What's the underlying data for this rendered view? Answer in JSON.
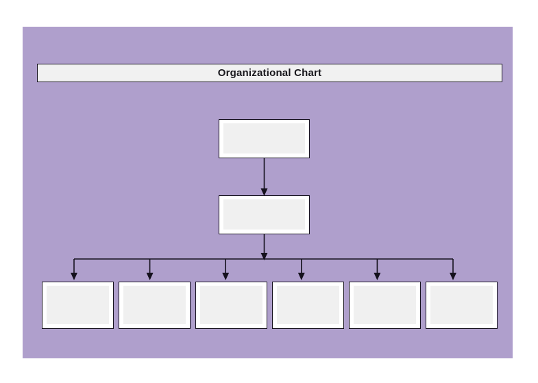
{
  "document": {
    "title": "Organizational Chart",
    "background_color": "#FFFFFF",
    "panel_color": "#AF9FCC"
  },
  "title_bar": {
    "text": "Organizational Chart",
    "fill_color": "#F1F1F1",
    "border_color": "#15121F",
    "text_color": "#17161B"
  },
  "chart_data": {
    "type": "diagram",
    "diagram_kind": "organizational-chart",
    "title": "Organizational Chart",
    "node_fill_color": "#F0F0F0",
    "node_border_color": "#16121E",
    "connector_color": "#15111D",
    "levels": [
      {
        "level": 0,
        "count": 1
      },
      {
        "level": 1,
        "count": 1
      },
      {
        "level": 2,
        "count": 6
      }
    ],
    "nodes": [
      {
        "id": "n0",
        "level": 0,
        "label": "",
        "parent": null
      },
      {
        "id": "n1",
        "level": 1,
        "label": "",
        "parent": "n0"
      },
      {
        "id": "n2",
        "level": 2,
        "label": "",
        "parent": "n1"
      },
      {
        "id": "n3",
        "level": 2,
        "label": "",
        "parent": "n1"
      },
      {
        "id": "n4",
        "level": 2,
        "label": "",
        "parent": "n1"
      },
      {
        "id": "n5",
        "level": 2,
        "label": "",
        "parent": "n1"
      },
      {
        "id": "n6",
        "level": 2,
        "label": "",
        "parent": "n1"
      },
      {
        "id": "n7",
        "level": 2,
        "label": "",
        "parent": "n1"
      }
    ],
    "edges": [
      {
        "from": "n0",
        "to": "n1",
        "style": "straight-arrow"
      },
      {
        "from": "n1",
        "to": "n2",
        "style": "elbow-arrow"
      },
      {
        "from": "n1",
        "to": "n3",
        "style": "elbow-arrow"
      },
      {
        "from": "n1",
        "to": "n4",
        "style": "elbow-arrow"
      },
      {
        "from": "n1",
        "to": "n5",
        "style": "elbow-arrow"
      },
      {
        "from": "n1",
        "to": "n6",
        "style": "elbow-arrow"
      },
      {
        "from": "n1",
        "to": "n7",
        "style": "elbow-arrow"
      }
    ]
  }
}
